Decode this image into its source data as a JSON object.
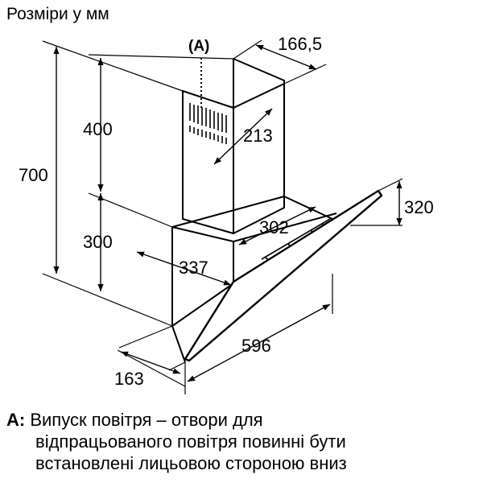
{
  "title": "Розміри у мм",
  "marker": "(A)",
  "dimensions": {
    "overall_height": "700",
    "chimney_height": "400",
    "body_height": "300",
    "chimney_width": "166,5",
    "chimney_depth": "213",
    "body_inner_width": "302",
    "body_depth": "337",
    "glass_height": "320",
    "overall_width": "596",
    "wall_offset": "163"
  },
  "note": {
    "key": "A:",
    "line1": "Випуск повітря – отвори для",
    "line2": "відпрацьованого повітря повинні бути",
    "line3": "встановлені лицьовою стороною вниз"
  }
}
